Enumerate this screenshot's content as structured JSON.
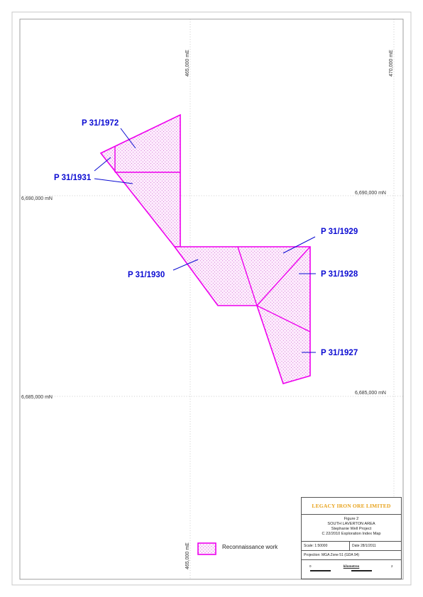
{
  "map": {
    "grid": {
      "easting_labels": [
        {
          "text": "465,000 mE",
          "easting": 465000
        },
        {
          "text": "470,000 mE",
          "easting": 470000
        }
      ],
      "northing_labels": [
        {
          "text": "6,690,000 mN",
          "northing": 6690000
        },
        {
          "text": "6,685,000 mN",
          "northing": 6685000
        }
      ],
      "bottom_easting_label": "465,000 mE"
    },
    "tenements": [
      {
        "id": "P 31/1972"
      },
      {
        "id": "P 31/1931"
      },
      {
        "id": "P 31/1930"
      },
      {
        "id": "P 31/1929"
      },
      {
        "id": "P 31/1928"
      },
      {
        "id": "P 31/1927"
      }
    ],
    "colors": {
      "boundary": "#ee00ee",
      "label": "#0a0ad2",
      "grid": "#9a9a9a",
      "stipple": "#c040c0",
      "fill": "#fbe6fb"
    }
  },
  "legend": {
    "label": "Reconnaissance work"
  },
  "title_block": {
    "company": "LEGACY IRON ORE LIMITED",
    "figure": "Figure 2",
    "area": "SOUTH LAVERTON AREA",
    "project": "Stephanie Well Project",
    "map_title": "C 22/2010 Exploration Index Map",
    "scale": "Scale: 1:50000",
    "date": "Date 28/1/2011",
    "projection": "Projection: MGA Zone 51 (GDA 94)",
    "scale_bar": {
      "start": "0",
      "end": "2",
      "units": "kilometres"
    }
  }
}
